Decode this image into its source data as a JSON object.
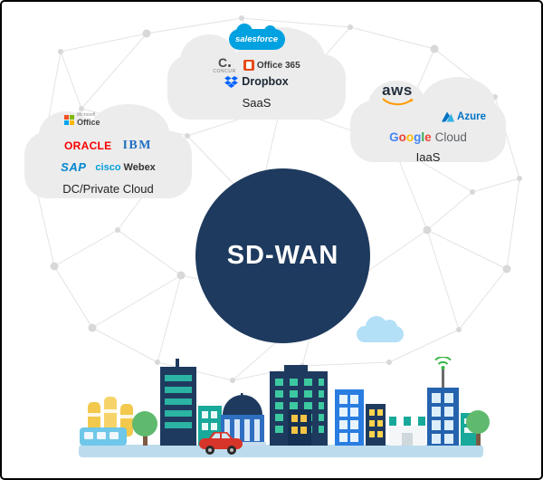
{
  "center": {
    "label": "SD-WAN"
  },
  "saas_cloud": {
    "label": "SaaS",
    "salesforce": "salesforce",
    "concur_c": "C",
    "concur_name": "CONCUR",
    "office365": "Office 365",
    "dropbox": "Dropbox"
  },
  "iaas_cloud": {
    "label": "IaaS",
    "aws": "aws",
    "azure": "Azure",
    "google_letters": [
      "G",
      "o",
      "o",
      "g",
      "l",
      "e"
    ],
    "cloud_word": "Cloud"
  },
  "dc_cloud": {
    "label": "DC/Private Cloud",
    "microsoft": "Microsoft",
    "office": "Office",
    "oracle": "ORACLE",
    "ibm": "IBM",
    "sap": "SAP",
    "cisco": "cisco",
    "webex": "Webex"
  },
  "colors": {
    "sdwan_circle": "#1e3a5e",
    "cloud_gray": "#ececec",
    "salesforce_blue": "#00a1e0",
    "aws_smile_orange": "#ff9900",
    "oracle_red": "#f80000",
    "dropbox_blue": "#0062ff",
    "azure_blue": "#0072c6",
    "wifi_green": "#3cb54a"
  }
}
